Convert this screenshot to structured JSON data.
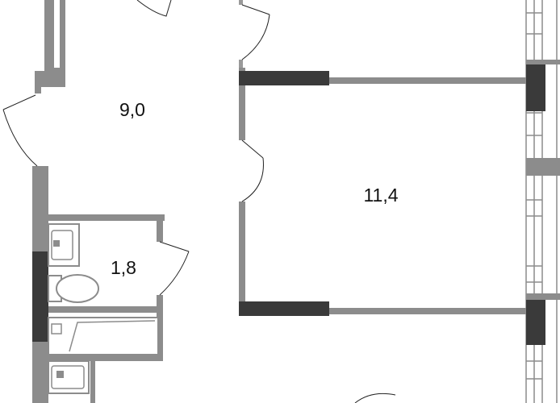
{
  "rooms": [
    {
      "id": "hall",
      "area_label": "9,0"
    },
    {
      "id": "room",
      "area_label": "11,4"
    },
    {
      "id": "bathroom",
      "area_label": "1,8"
    }
  ],
  "colors": {
    "wall": "#8c8c8c",
    "wall_dark": "#3a3a3a",
    "door_line": "#222222",
    "background": "#ffffff"
  },
  "icons": [
    "door-swing-icon",
    "sink-icon",
    "toilet-icon",
    "bathtub-icon",
    "washbasin-icon"
  ]
}
